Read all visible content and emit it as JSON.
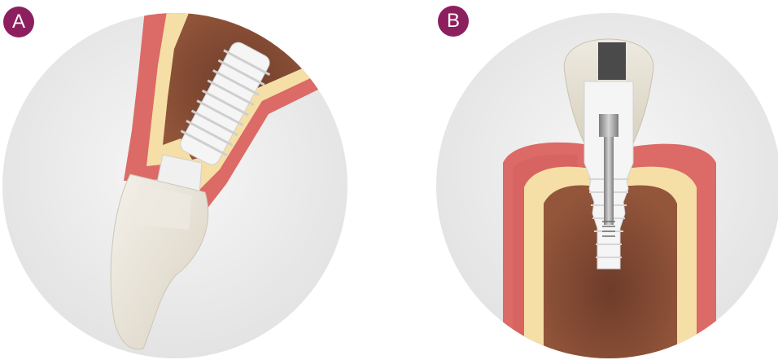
{
  "panels": [
    {
      "label": "A",
      "illustration": "angled-dental-implant-cross-section"
    },
    {
      "label": "B",
      "illustration": "upright-dental-implant-with-screw-cross-section"
    }
  ],
  "colors": {
    "badge": "#8e1f5f",
    "circle_bg": "#ececec",
    "gum": "#dc6a66",
    "gum_dark": "#b94a48",
    "bone_outer": "#f5dfa6",
    "bone_inner": "#7a4632",
    "implant": "#f5f5f5",
    "crown": "#e9e4d7",
    "screw": "#9a9a9a"
  }
}
